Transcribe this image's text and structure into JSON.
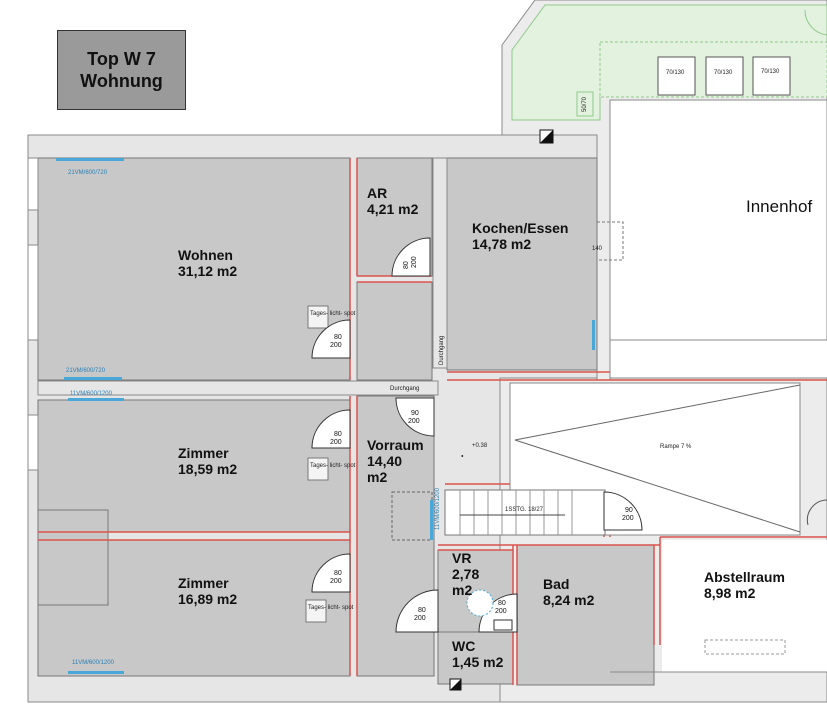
{
  "title": {
    "line1": "Top W 7",
    "line2": "Wohnung"
  },
  "rooms": {
    "wohnen": {
      "name": "Wohnen",
      "area": "31,12 m2"
    },
    "ar": {
      "name": "AR",
      "area": "4,21 m2"
    },
    "kochen": {
      "name": "Kochen/Essen",
      "area": "14,78 m2"
    },
    "zimmer1": {
      "name": "Zimmer",
      "area": "18,59 m2"
    },
    "vorraum": {
      "name": "Vorraum",
      "area_value": "14,40",
      "area_unit": "m2"
    },
    "zimmer2": {
      "name": "Zimmer",
      "area": "16,89 m2"
    },
    "vr": {
      "name": "VR",
      "area_value": "2,78",
      "area_unit": "m2"
    },
    "bad": {
      "name": "Bad",
      "area": "8,24 m2"
    },
    "wc": {
      "name": "WC",
      "area": "1,45 m2"
    },
    "abstellraum": {
      "name": "Abstellraum",
      "area": "8,98 m2"
    },
    "innenhof": {
      "name": "Innenhof"
    }
  },
  "annotations": {
    "durchgang": "Durchgang",
    "durchgang_vertical": "Durchgang",
    "rampe": "Rampe 7 %",
    "stair": "1SSTG. 18/27",
    "level": "+0.38",
    "planter1": "70/130",
    "planter2": "70/130",
    "planter3": "70/130",
    "planter_side": "50/70",
    "kitchen_dim": "140",
    "window_top": "21VM/600/720",
    "window_mid1": "21VM/600/720",
    "window_mid2": "11VM/600/1200",
    "window_bottom": "11VM/600/1200",
    "window_vert": "11VM/600/1200",
    "switch_label": "Tages- licht- spot"
  },
  "doors": {
    "ar_door": {
      "w": "80",
      "h": "200"
    },
    "wohnen_door": {
      "w": "80",
      "h": "200"
    },
    "vorraum_door": {
      "w": "90",
      "h": "200"
    },
    "zimmer1_door": {
      "w": "80",
      "h": "200"
    },
    "zimmer2_door": {
      "w": "80",
      "h": "200"
    },
    "stair_door": {
      "w": "90",
      "h": "200"
    },
    "vr_door": {
      "w": "80",
      "h": "200"
    },
    "bad_door": {
      "w": "80",
      "h": "200"
    }
  },
  "colors": {
    "room_fill": "#c8c8c8",
    "wall_fill": "#e6e6e6",
    "wall_line": "#8a8a8a",
    "red_line": "#d9534f",
    "window_blue": "#4aa8d8",
    "green_area": "#e3f2df",
    "green_line": "#8fc98a"
  }
}
